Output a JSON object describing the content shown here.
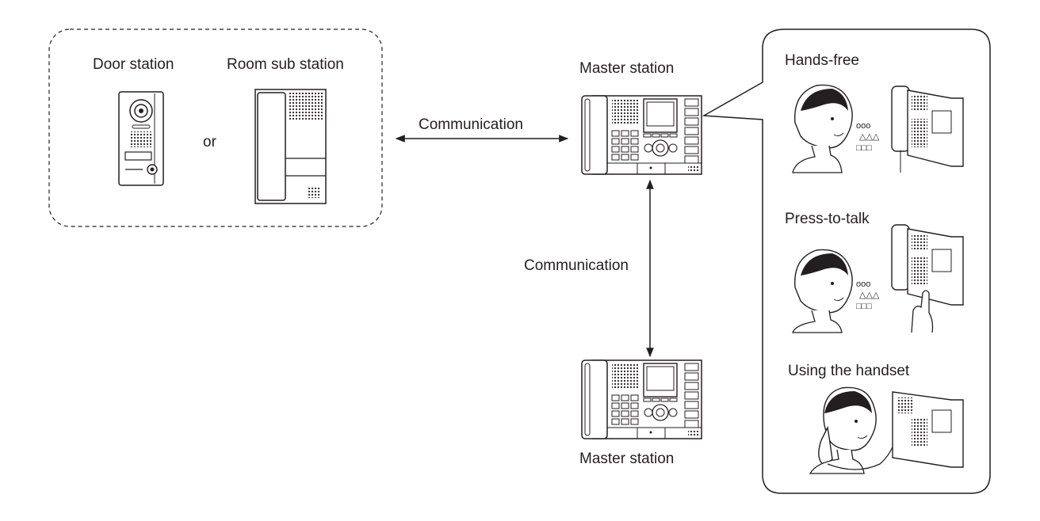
{
  "labels": {
    "door_station": "Door station",
    "room_sub_station": "Room sub station",
    "or": "or",
    "communication_horizontal": "Communication",
    "communication_vertical": "Communication",
    "master_station_top": "Master station",
    "master_station_bottom": "Master station"
  },
  "modes": [
    {
      "label": "Hands-free",
      "icon": "person-talking-to-station-icon"
    },
    {
      "label": "Press-to-talk",
      "icon": "person-pressing-talk-button-icon"
    },
    {
      "label": "Using the handset",
      "icon": "person-using-handset-icon"
    }
  ],
  "colors": {
    "line": "#231f20",
    "fill": "#ffffff",
    "skin": "#ffffff"
  }
}
